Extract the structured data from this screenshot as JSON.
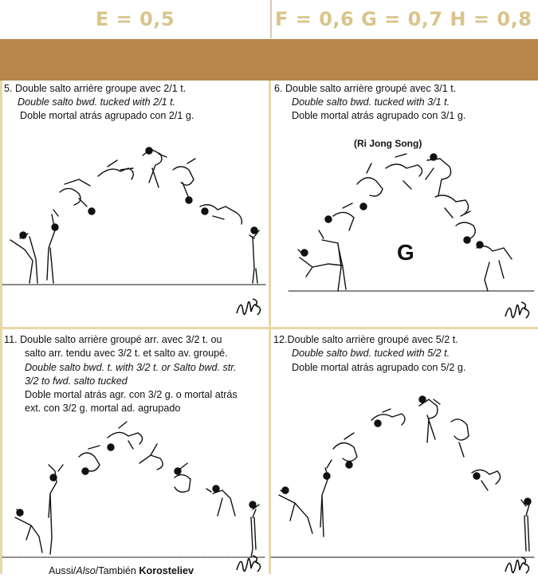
{
  "header": {
    "left_value": "E = 0,5",
    "right_values": "F = 0,6 G = 0,7 H = 0,8"
  },
  "cells": [
    {
      "line1": "5. Double salto arrière groupe avec 2/1 t.",
      "line2": "Double salto bwd. tucked with 2/1 t.",
      "line3": "Doble mortal atrás agrupado con 2/1 g."
    },
    {
      "line1": "6.  Double salto arrière groupé avec 3/1 t.",
      "line2": "Double salto bwd. tucked with 3/1 t.",
      "line3": "Doble mortal atrás agrupado con 3/1 g.",
      "name": "(Ri Jong Song)",
      "value_letter": "G"
    },
    {
      "line1": "11. Double salto arrière groupé arr. avec 3/2 t. ou",
      "line2": "salto arr. tendu avec 3/2 t. et salto av. groupé.",
      "line3": "Double salto bwd. t. with 3/2 t. or Salto bwd. str.",
      "line4": "3/2 to fwd. salto tucked",
      "line5": "Doble mortal atrás agr. con 3/2 g. o mortal atrás",
      "line6": "ext. con 3/2 g. mortal ad. agrupado",
      "also_prefix": "Aussi/",
      "also_en": "Also",
      "also_es": "/También ",
      "also_name": "Korosteliev"
    },
    {
      "line1": "12.Double salto arrière groupé avec 5/2 t.",
      "line2": "Double salto bwd. tucked with 5/2 t.",
      "line3": "Doble mortal atrás agrupado con 5/2 g."
    }
  ],
  "colors": {
    "band": "#b8864a",
    "header_text": "#d9c48a",
    "grid": "#e8d7a8"
  },
  "icons": [
    "signature-mark",
    "gymnast-figure"
  ]
}
